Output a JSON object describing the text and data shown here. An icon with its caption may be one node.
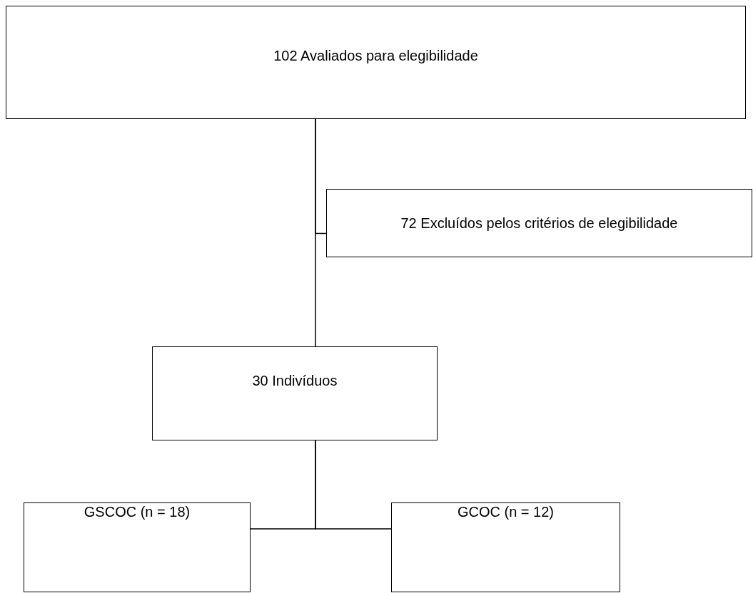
{
  "diagram": {
    "nodes": [
      {
        "text": [
          "102 Avaliados para elegibilidade"
        ]
      },
      {
        "text": [
          "72 Excluídos pelos critérios de elegibilidade"
        ]
      },
      {
        "text": [
          "30 Indivíduos"
        ]
      },
      {
        "text": [
          "GSCOC (n = 18)"
        ]
      },
      {
        "text": [
          "GCOC (n = 12)"
        ]
      }
    ],
    "edges": [
      {
        "from": 0,
        "to": 2,
        "arrow": "none"
      },
      {
        "from": 0,
        "to": 1,
        "arrow": "none"
      },
      {
        "from": 2,
        "to": 3,
        "arrow": "none"
      },
      {
        "from": 2,
        "to": 4,
        "arrow": "none"
      }
    ]
  }
}
